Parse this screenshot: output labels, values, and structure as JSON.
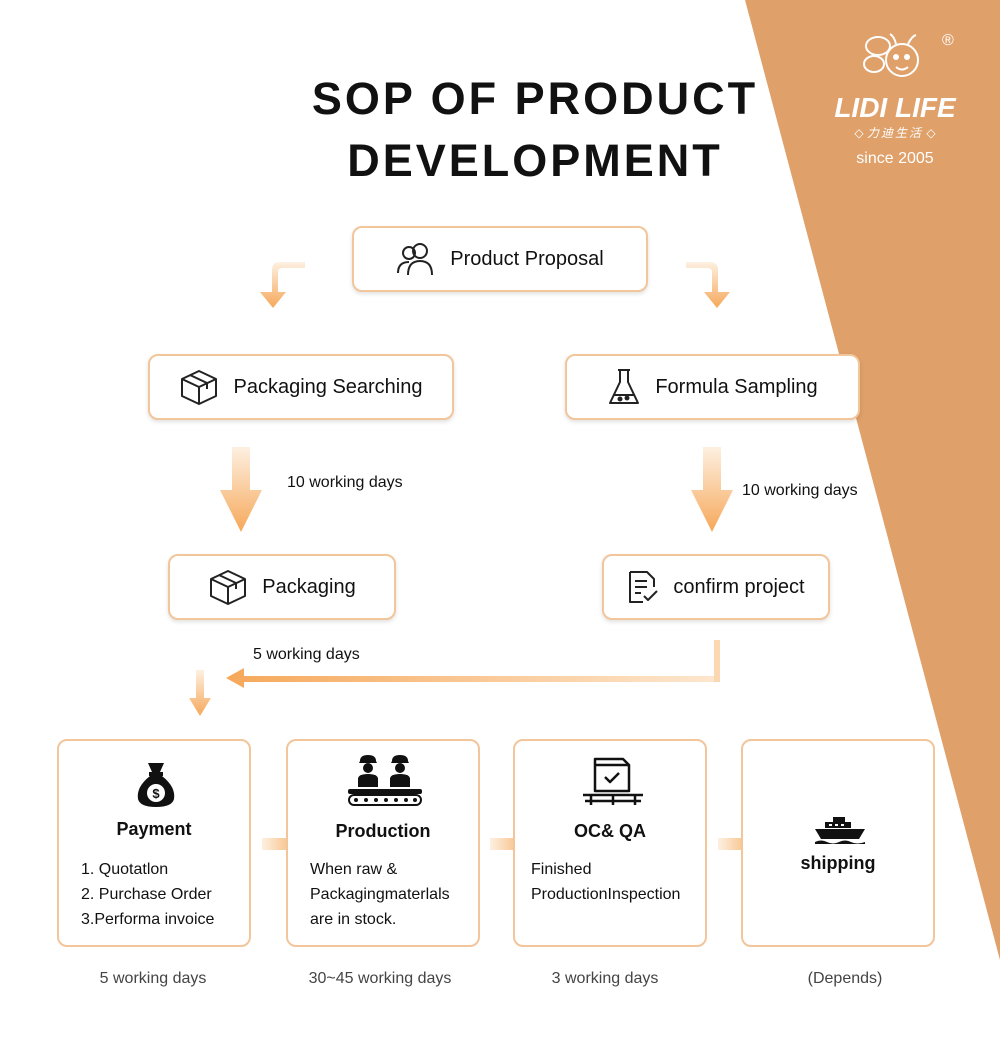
{
  "title": {
    "line1": "SOP OF PRODUCT",
    "line2": "DEVELOPMENT"
  },
  "brand": {
    "name": "LIDI LIFE",
    "chinese": "力迪生活",
    "since": "since 2005",
    "registered": "®"
  },
  "nodes": {
    "proposal": "Product Proposal",
    "packaging_searching": "Packaging Searching",
    "formula_sampling": "Formula Sampling",
    "packaging": "Packaging",
    "confirm_project": "confirm project"
  },
  "durations": {
    "packaging_search": "10 working days",
    "formula_sampling": "10 working days",
    "confirm_to_payment": "5 working days"
  },
  "steps": [
    {
      "title": "Payment",
      "lines": [
        "1. Quotatlon",
        "2. Purchase Order",
        "3.Performa invoice"
      ],
      "duration": "5 working days"
    },
    {
      "title": "Production",
      "lines": [
        "When raw &",
        "Packagingmaterlals",
        "are in stock."
      ],
      "duration": "30~45 working days"
    },
    {
      "title": "OC& QA",
      "lines": [
        "Finished",
        "ProductionInspection"
      ],
      "duration": "3 working days"
    },
    {
      "title": "shipping",
      "lines": [],
      "duration": "(Depends)"
    }
  ],
  "colors": {
    "accent": "#dfa06a",
    "arrow": "#f7b36a",
    "border": "#f2c59a"
  },
  "icons": [
    "people-icon",
    "box-icon",
    "flask-icon",
    "document-check-icon",
    "money-bag-icon",
    "workers-icon",
    "inspection-box-icon",
    "ship-icon"
  ]
}
